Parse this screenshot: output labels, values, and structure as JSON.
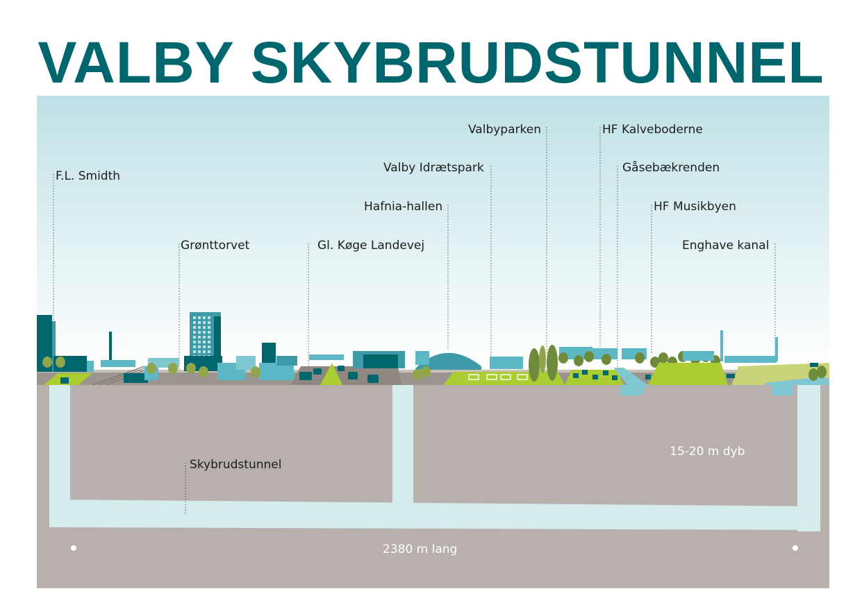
{
  "title": "VALBY SKYBRUDSTUNNEL",
  "colors": {
    "title": "#00666e",
    "sky_top": "#bfe1e6",
    "sky_bottom": "#ffffff",
    "ground": "#b8b0ad",
    "tunnel": "#d4ecec",
    "grass": "#aacd32",
    "building_dark": "#00666e",
    "building_light": "#5bb8c4"
  },
  "places": [
    "F.L. Smidth",
    "Grønttorvet",
    "Gl. Køge Landevej",
    "Hafnia-hallen",
    "Valby Idrætspark",
    "Valbyparken",
    "HF Kalveboderne",
    "Gåsebækrenden",
    "HF Musikbyen",
    "Enghave kanal"
  ],
  "annotations": {
    "tunnel_name": "Skybrudstunnel",
    "depth": "15-20 m dyb",
    "length": "2380 m lang"
  }
}
